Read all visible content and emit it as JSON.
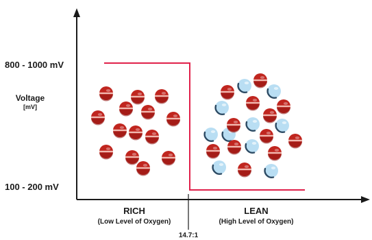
{
  "y_axis": {
    "title": "Voltage",
    "unit": "[mV]",
    "high_label": "800 - 1000 mV",
    "low_label": "100 - 200 mV"
  },
  "regions": {
    "rich": {
      "title": "RICH",
      "subtitle": "(Low Level of Oxygen)"
    },
    "lean": {
      "title": "LEAN",
      "subtitle": "(High Level of Oxygen)"
    }
  },
  "divider_label": "14.7:1",
  "colors": {
    "axis": "#1a1a1a",
    "voltage_line": "#e0204a",
    "red_molecule": "#c0261f",
    "red_molecule_dark": "#8e1410",
    "blue_molecule": "#b9def3",
    "blue_molecule_dark": "#2c4a63"
  },
  "legend": {
    "red_molecule": "red-molecule-icon",
    "blue_molecule": "oxygen-molecule-icon"
  }
}
